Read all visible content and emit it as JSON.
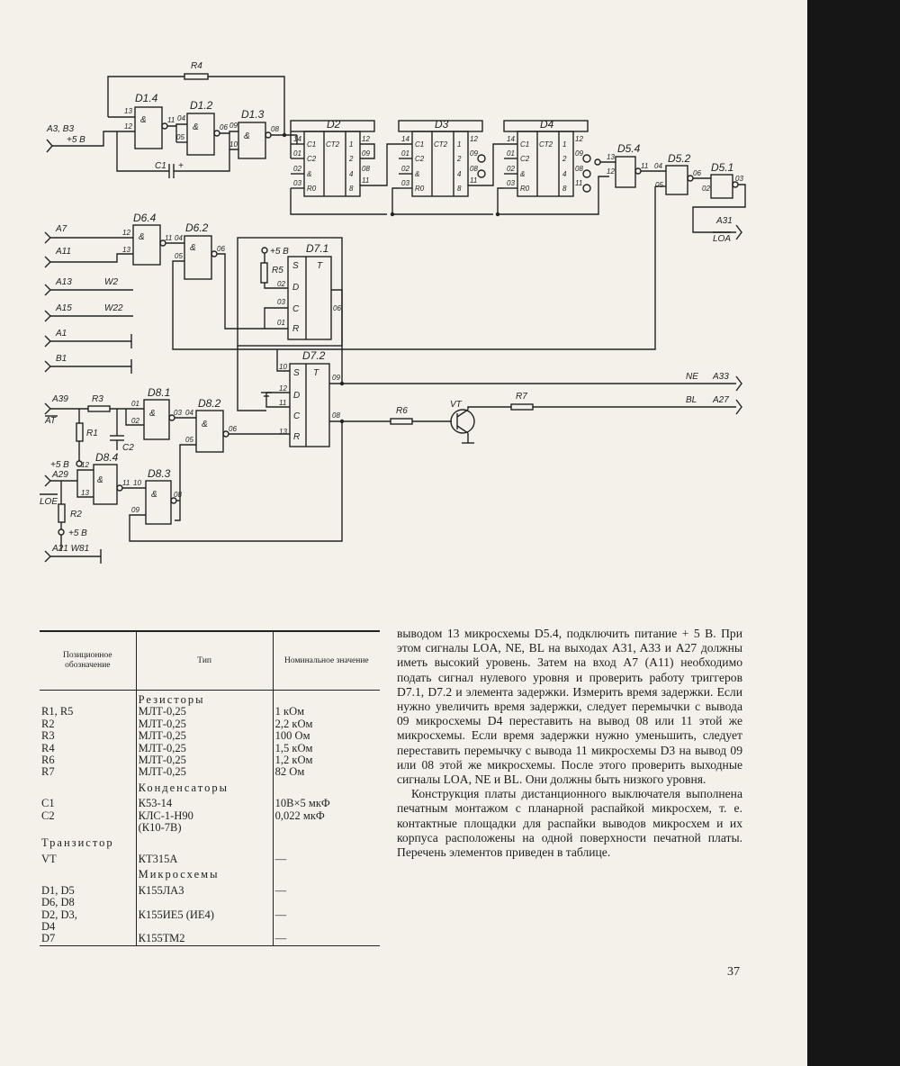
{
  "schematic": {
    "chips": {
      "d14": "D1.4",
      "d12": "D1.2",
      "d13": "D1.3",
      "d2": "D2",
      "d3": "D3",
      "d4": "D4",
      "d54": "D5.4",
      "d52": "D5.2",
      "d51": "D5.1",
      "d64": "D6.4",
      "d62": "D6.2",
      "d71": "D7.1",
      "d72": "D7.2",
      "d81": "D8.1",
      "d82": "D8.2",
      "d84": "D8.4",
      "d83": "D8.3"
    },
    "components": {
      "r4": "R4",
      "c1": "C1",
      "r5": "R5",
      "r3": "R3",
      "r1": "R1",
      "c2": "C2",
      "r2": "R2",
      "r6": "R6",
      "r7": "R7",
      "vt": "VT"
    },
    "gate_symbol": "&",
    "counter": {
      "c1": "C1",
      "c2": "C2",
      "and": "&",
      "ro": "R0",
      "ct": "CT2",
      "o1": "1",
      "o2": "2",
      "o4": "4",
      "o8": "8"
    },
    "flipflop": {
      "s": "S",
      "t": "T",
      "d": "D",
      "c": "C",
      "r": "R"
    },
    "signals": {
      "a3b3": "A3, B3",
      "p5b": "+5 B",
      "a7": "A7",
      "a11": "A11",
      "a13": "A13",
      "w2": "W2",
      "a15": "A15",
      "w22": "W22",
      "a1": "A1",
      "b1": "B1",
      "a39": "A39",
      "at": "AT",
      "a29": "A29",
      "loe": "LOE",
      "a21w81": "A21  W81",
      "a31": "A31",
      "loa": "LOA",
      "ne": "NE",
      "a33": "A33",
      "bl": "BL",
      "a27": "A27"
    },
    "pins": {
      "p01": "01",
      "p02": "02",
      "p03": "03",
      "p04": "04",
      "p05": "05",
      "p06": "06",
      "p08": "08",
      "p09": "09",
      "p10": "10",
      "p11": "11",
      "p12": "12",
      "p13": "13",
      "p14": "14"
    }
  },
  "table": {
    "headers": [
      "Позиционное обозначение",
      "Тип",
      "Номинальное значение"
    ],
    "groups": {
      "resistors": "Резисторы",
      "capacitors": "Конденсаторы",
      "transistor": "Транзистор",
      "microchips": "Микросхемы"
    },
    "rows": [
      {
        "pos": "R1, R5",
        "type": "МЛТ-0,25",
        "value": "1 кОм"
      },
      {
        "pos": "R2",
        "type": "МЛТ-0,25",
        "value": "2,2 кОм"
      },
      {
        "pos": "R3",
        "type": "МЛТ-0,25",
        "value": "100 Ом"
      },
      {
        "pos": "R4",
        "type": "МЛТ-0,25",
        "value": "1,5 кОм"
      },
      {
        "pos": "R6",
        "type": "МЛТ-0,25",
        "value": "1,2 кОм"
      },
      {
        "pos": "R7",
        "type": "МЛТ-0,25",
        "value": "82 Ом"
      },
      {
        "pos": "C1",
        "type": "К53-14",
        "value": "10В×5 мкФ"
      },
      {
        "pos": "C2",
        "type": "КЛС-1-Н90",
        "value": "0,022 мкФ"
      },
      {
        "pos": "",
        "type": "(К10-7В)",
        "value": ""
      },
      {
        "pos": "VT",
        "type": "КТ315А",
        "value": "—"
      },
      {
        "pos": "D1, D5",
        "type": "К155ЛА3",
        "value": "—"
      },
      {
        "pos": "D6, D8",
        "type": "",
        "value": ""
      },
      {
        "pos": "D2, D3,",
        "type": "К155ИЕ5 (ИЕ4)",
        "value": "—"
      },
      {
        "pos": "D4",
        "type": "",
        "value": ""
      },
      {
        "pos": "D7",
        "type": "К155ТМ2",
        "value": "—"
      }
    ]
  },
  "body_text": {
    "p1": "выводом 13 микросхемы D5.4, подключить питание + 5 В. При этом сигналы LOA, NE, BL на выходах A31, A33 и A27 должны иметь высокий уровень. Затем на вход A7 (A11) необходимо подать сигнал нулевого уровня и проверить работу триггеров D7.1, D7.2 и элемента задержки. Измерить время задержки. Если нужно увеличить время задержки, следует перемычки с вывода 09 микросхемы D4 переставить на вывод 08 или 11 этой же микросхемы. Если время задержки нужно уменьшить, следует переставить перемычку с вывода 11 микросхемы D3 на вывод 09 или 08 этой же микросхемы. После этого проверить выходные сигналы LOA, NE и BL. Они должны быть низкого уровня.",
    "p2": "Конструкция платы дистанционного выключателя выполнена печатным монтажом с планарной распайкой микросхем, т. е. контактные площадки для распайки выводов микросхем и их корпуса расположены на одной поверхности печатной платы. Перечень элементов приведен в таблице."
  },
  "page_number": "37"
}
